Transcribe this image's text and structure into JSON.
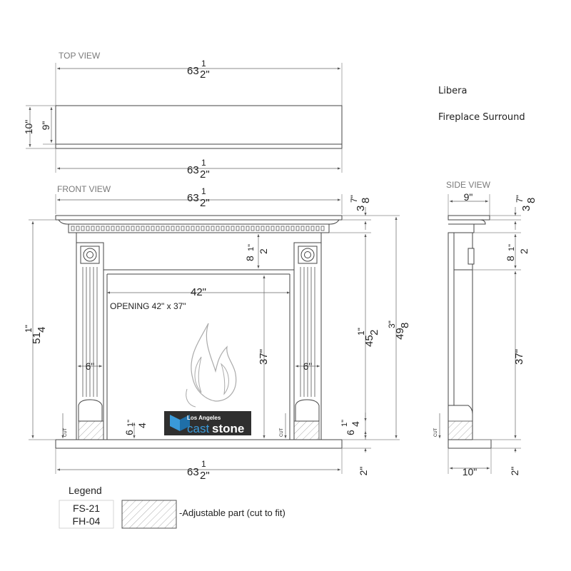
{
  "title_line1": "Libera",
  "title_line2": "Fireplace Surround",
  "views": {
    "top": "TOP VIEW",
    "front": "FRONT VIEW",
    "side": "SIDE VIEW"
  },
  "opening_note": "OPENING 42\" x 37\"",
  "cut_label": "CUT",
  "dimensions": {
    "top_width_whole": "63",
    "width_num": "1",
    "width_den": "2\"",
    "top_depth_outer": "10\"",
    "top_depth_inner": "9\"",
    "opening_width": "42\"",
    "opening_height": "37\"",
    "leg_width": "6\"",
    "total_height_whole": "51",
    "total_height_num": "1\"",
    "total_height_den": "4",
    "inner_height_whole": "45",
    "inner_height_num": "1\"",
    "inner_height_den": "2",
    "side_height_whole": "49",
    "side_height_num": "3\"",
    "side_height_den": "8",
    "shelf_num": "7\"",
    "shelf_den": "8",
    "shelf_whole": "3",
    "frieze_whole": "8",
    "frieze_num": "1\"",
    "frieze_den": "2",
    "plinth_whole": "6",
    "plinth_num": "1\"",
    "plinth_den": "4",
    "hearth_height": "2\"",
    "side_top_depth": "9\"",
    "side_bottom_depth": "10\"",
    "side_opening_height": "37\""
  },
  "brand": {
    "tagline": "Los Angeles",
    "name_part1": "cast",
    "name_part2": "stone",
    "bg_color": "#2f2f2f",
    "accent_color": "#3a9ad9"
  },
  "legend": {
    "heading": "Legend",
    "code1": "FS-21",
    "code2": "FH-04",
    "description": "-Adjustable part (cut to fit)"
  }
}
